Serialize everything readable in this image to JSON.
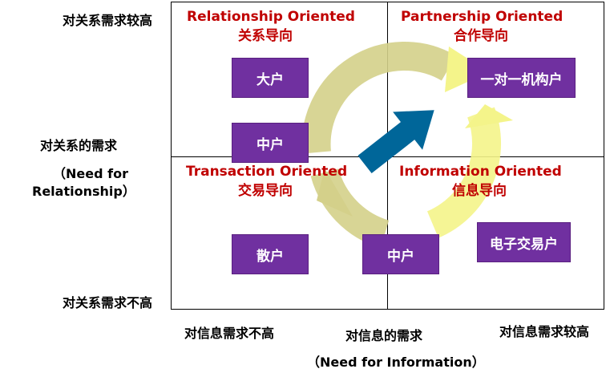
{
  "y_axis": {
    "top": "对关系需求较高",
    "middle": "对关系的需求",
    "middle_en_1": "（Need for",
    "middle_en_2": "Relationship）",
    "bottom": "对关系需求不高"
  },
  "x_axis": {
    "left": "对信息需求不高",
    "middle": "对信息的需求",
    "middle_en": "（Need for Information）",
    "right": "对信息需求较高"
  },
  "quadrants": {
    "top_left": {
      "title_en": "Relationship Oriented",
      "title_cn": "关系导向"
    },
    "top_right": {
      "title_en": "Partnership Oriented",
      "title_cn": "合作导向"
    },
    "bottom_left": {
      "title_en": "Transaction Oriented",
      "title_cn": "交易导向"
    },
    "bottom_right": {
      "title_en": "Information Oriented",
      "title_cn": "信息导向"
    }
  },
  "boxes": {
    "large": "大户",
    "medium_top": "中户",
    "one_to_one": "一对一机构户",
    "retail": "散户",
    "medium_bottom": "中户",
    "electronic": "电子交易户"
  },
  "colors": {
    "box_fill": "#7030a0",
    "title_red": "#c00000",
    "cycle_arrow": "#d4d08a",
    "cycle_arrow_light": "#f4f48a",
    "center_arrow": "#006699"
  }
}
